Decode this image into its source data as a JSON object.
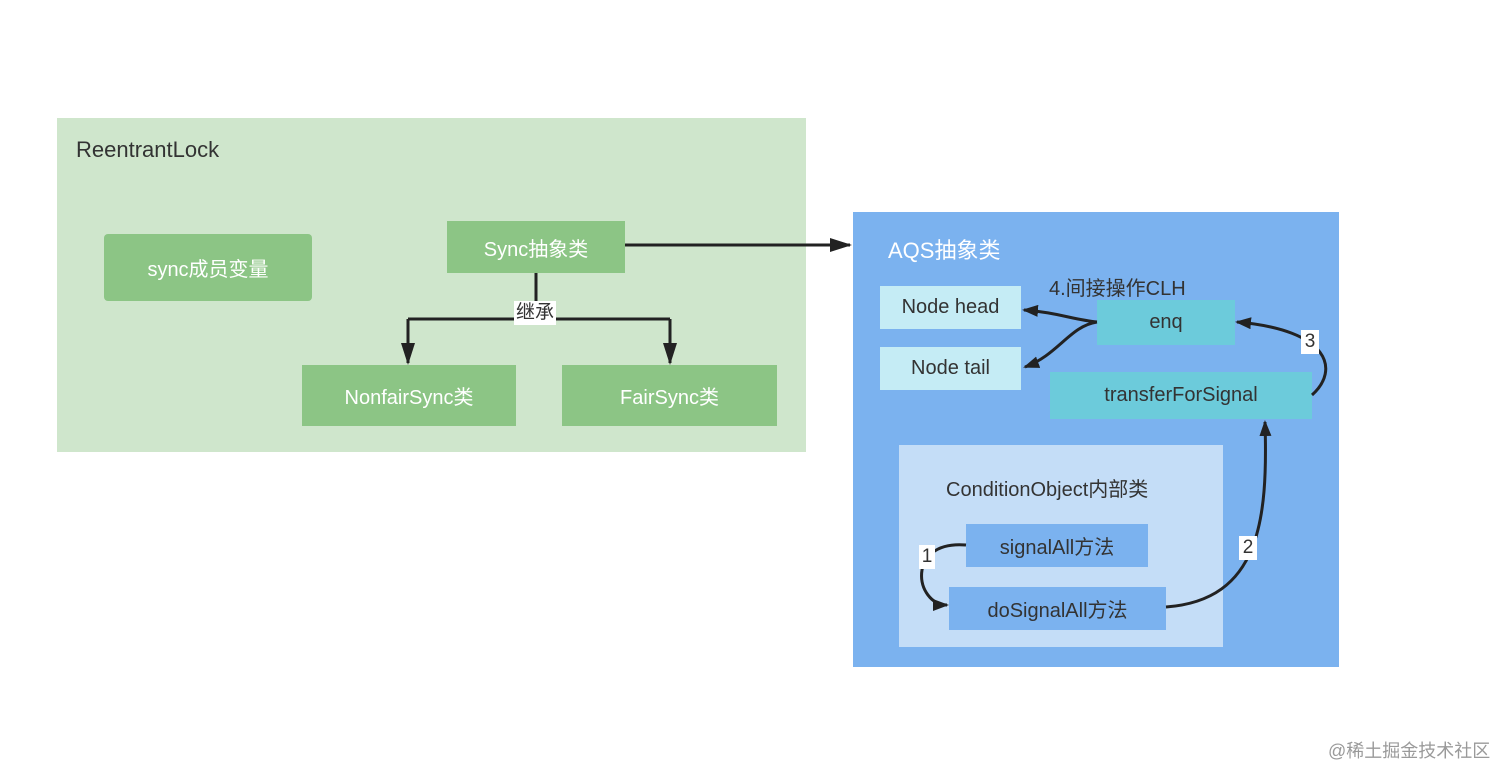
{
  "reentrant": {
    "title": "ReentrantLock",
    "sync_member": "sync成员变量",
    "sync_abstract": "Sync抽象类",
    "inherit_label": "继承",
    "nonfair": "NonfairSync类",
    "fair": "FairSync类"
  },
  "aqs": {
    "title": "AQS抽象类",
    "clh_label": "4.间接操作CLH",
    "node_head": "Node head",
    "node_tail": "Node tail",
    "enq": "enq",
    "transfer": "transferForSignal",
    "step3": "3",
    "step2": "2"
  },
  "condition": {
    "title": "ConditionObject内部类",
    "signal_all": "signalAll方法",
    "do_signal_all": "doSignalAll方法",
    "step1": "1"
  },
  "watermark": "@稀土掘金技术社区",
  "colors": {
    "reentrant_bg": "#cfe6cc",
    "green_box": "#8cc585",
    "aqs_bg": "#7bb2ef",
    "condition_bg": "#c4ddf7",
    "node_box": "#c5ecf5",
    "cyan_box": "#6ccbdb",
    "arrow": "#222222"
  }
}
